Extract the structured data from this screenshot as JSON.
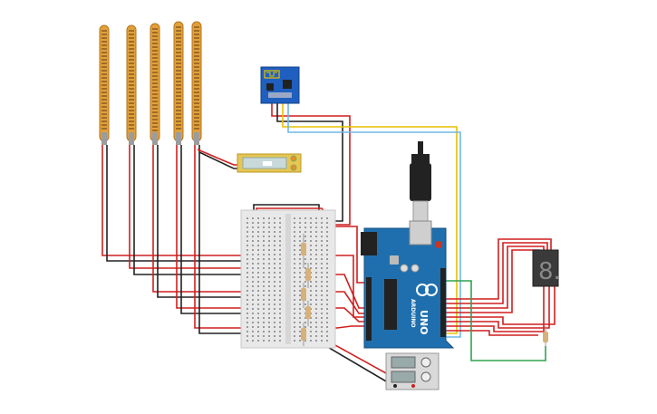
{
  "canvas": {
    "background": "#ffffff"
  },
  "components": {
    "flex_sensors": {
      "count": 5,
      "color": "#e2a03a",
      "stripe_color": "#5a3a12"
    },
    "wifi_module": {
      "name": "esp8266-icon",
      "color": "#1f5fbf"
    },
    "lcd": {
      "color": "#e7c653",
      "screen": "#c9d9d9"
    },
    "breadboard": {
      "color": "#e8e8e8"
    },
    "resistors": {
      "count": 5,
      "color": "#d8b07a"
    },
    "arduino": {
      "board_color": "#1f6fae",
      "logo_text": "UNO",
      "brand_text": "ARDUINO"
    },
    "seven_segment": {
      "digit": "8.",
      "body_color": "#3a3a3a",
      "segment_color": "#888888"
    },
    "power_supply": {
      "color": "#d9d9d9"
    }
  },
  "wires": {
    "red": "#d01f1f",
    "black": "#222222",
    "yellow": "#e6c200",
    "blue": "#6fb7e6",
    "green": "#2ea44f"
  }
}
